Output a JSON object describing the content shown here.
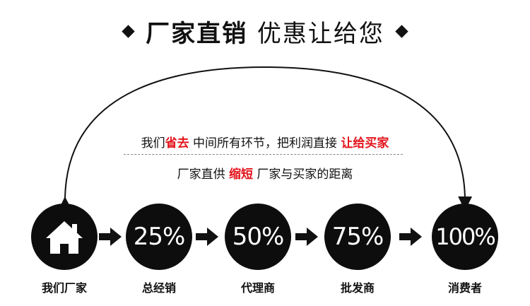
{
  "headline": {
    "part1": "厂家直销",
    "part2": "优惠让给您"
  },
  "message": {
    "line1_pre": "我们",
    "line1_em1": "省去",
    "line1_mid": "中间所有环节，把利润直接",
    "line1_em2": "让给买家",
    "line2_pre": "厂家直供",
    "line2_em": "缩短",
    "line2_post": "厂家与买家的距离"
  },
  "steps": [
    {
      "label": "我们厂家",
      "icon": "house-icon"
    },
    {
      "value": "25%",
      "label": "总经销"
    },
    {
      "value": "50%",
      "label": "代理商"
    },
    {
      "value": "75%",
      "label": "批发商"
    },
    {
      "value": "100%",
      "label": "消费者"
    }
  ],
  "colors": {
    "accent": "#e3141c",
    "circle": "#0d0d0d",
    "text": "#111111"
  }
}
